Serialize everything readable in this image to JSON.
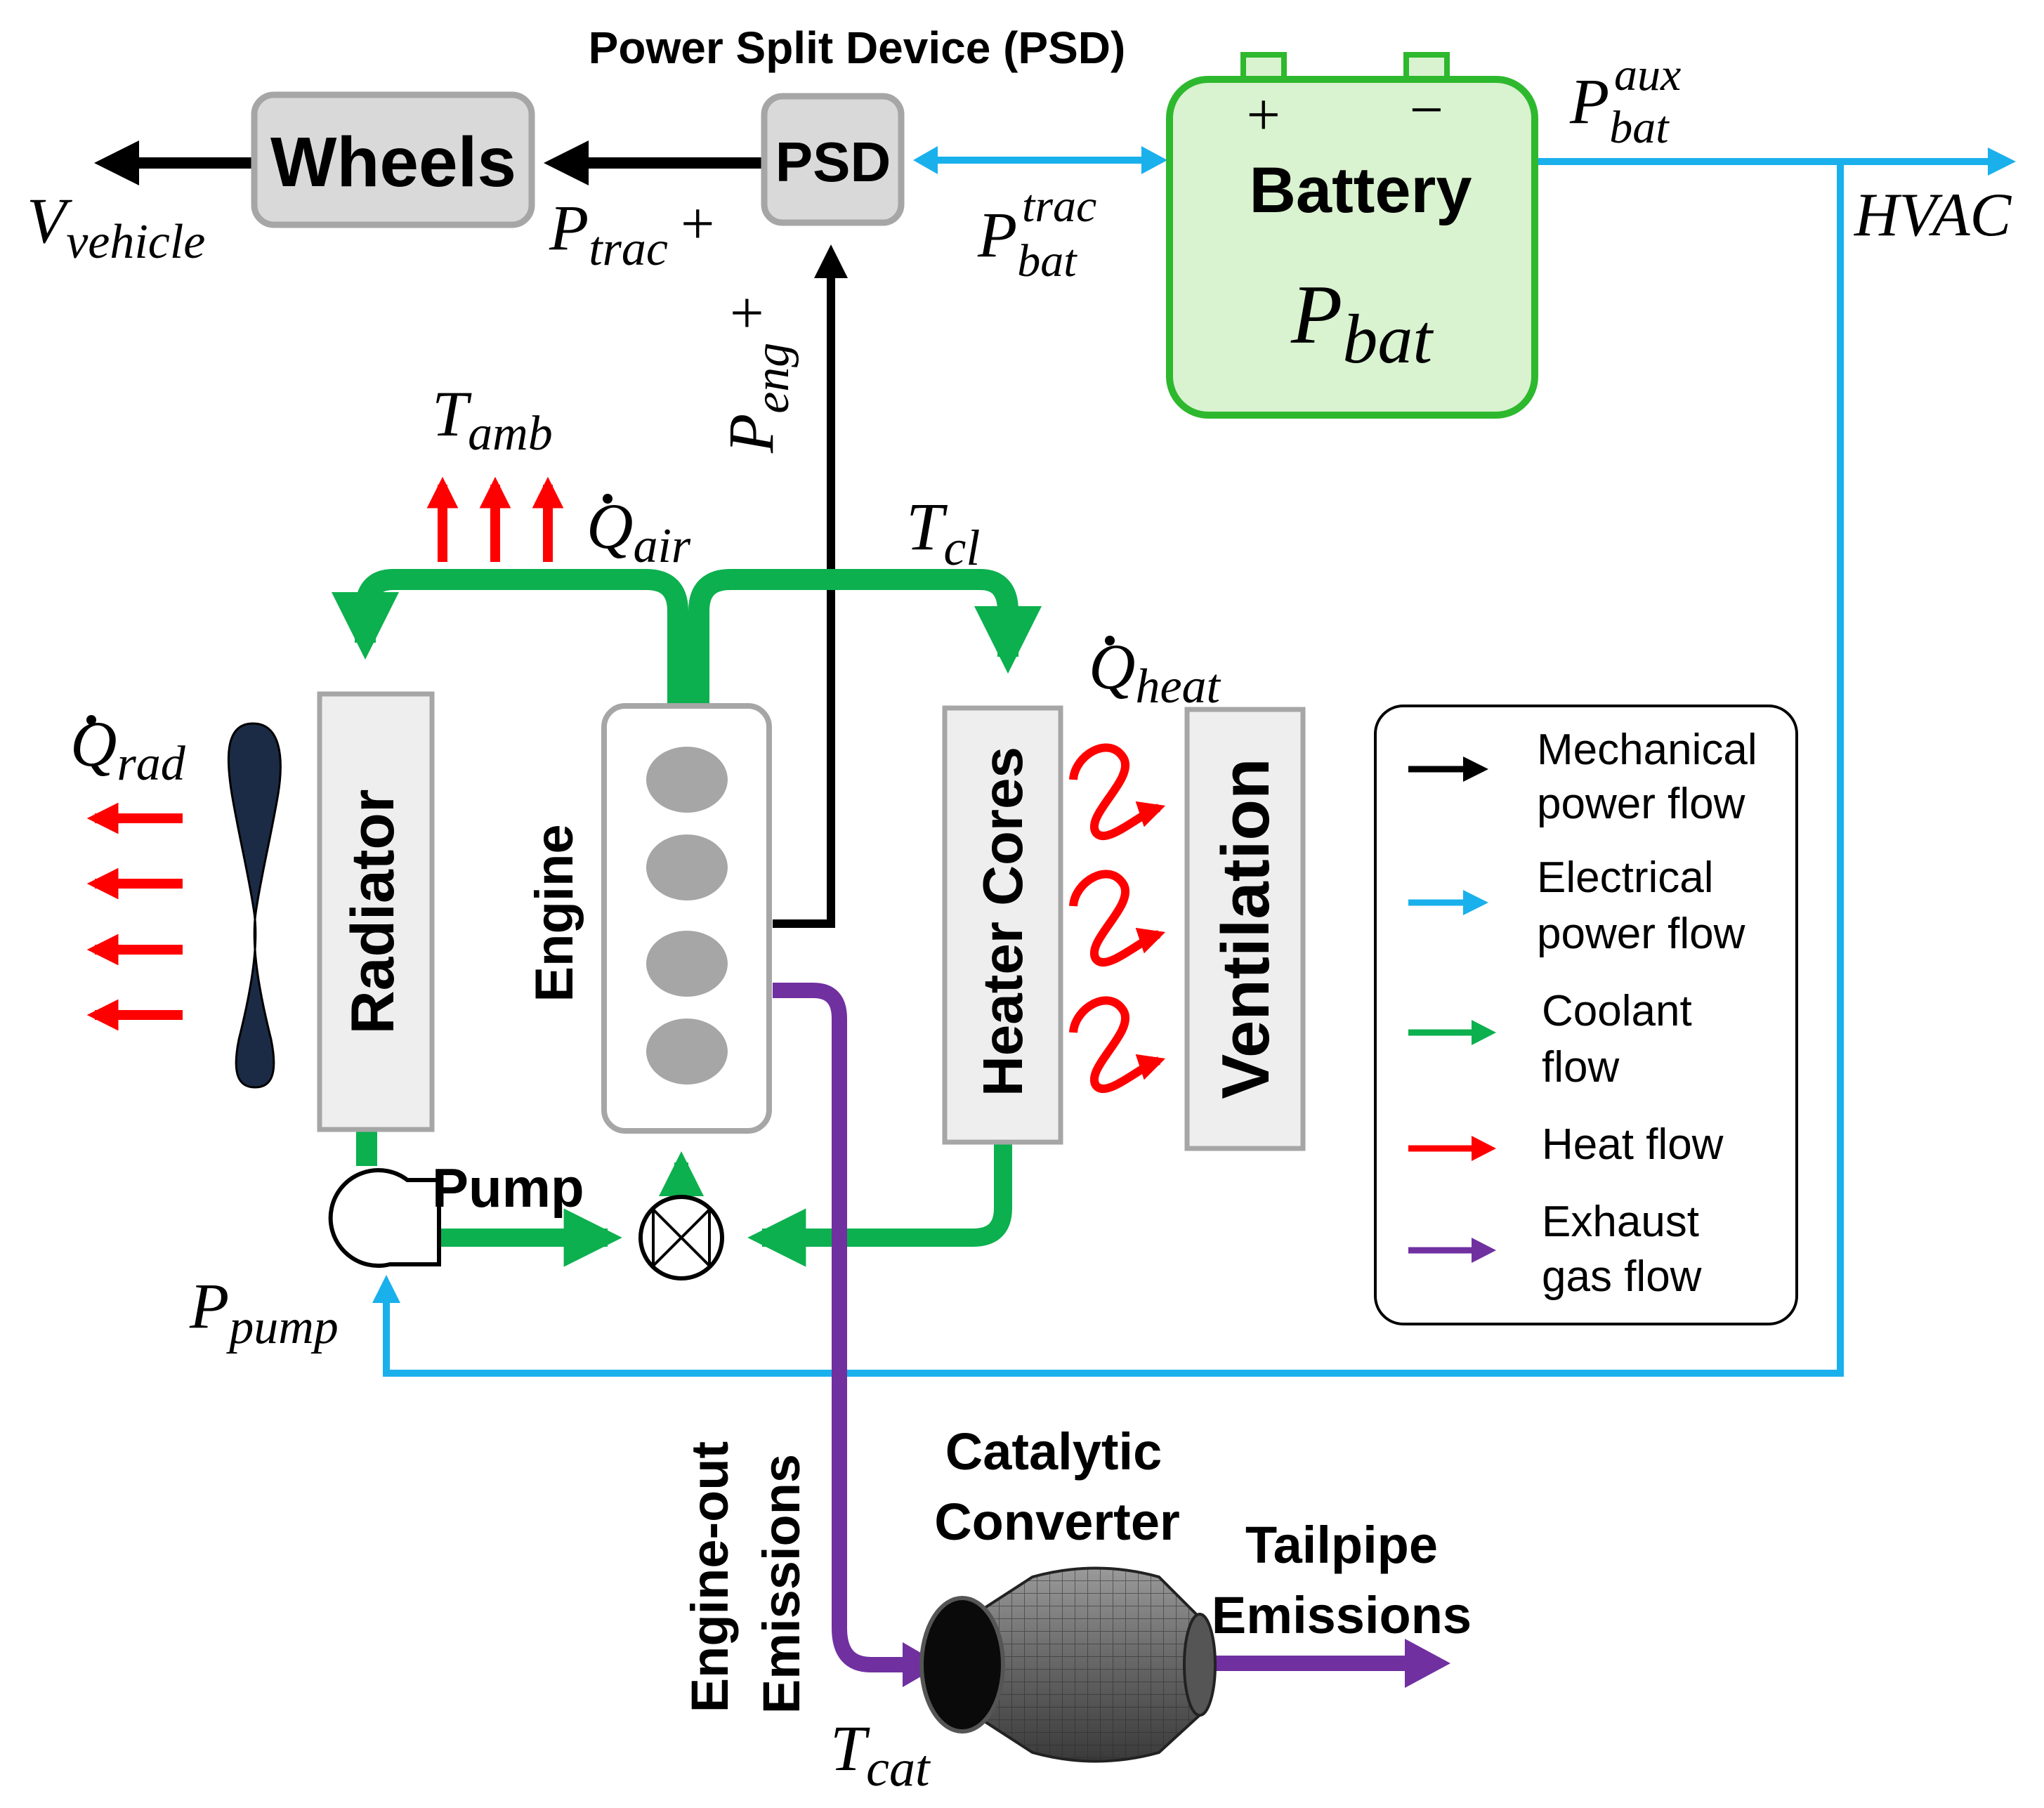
{
  "title": "Power Split Device (PSD)",
  "boxes": {
    "wheels": "Wheels",
    "psd": "PSD",
    "battery": "Battery",
    "radiator": "Radiator",
    "engine": "Engine",
    "heater_cores": "Heater Cores",
    "ventilation": "Ventilation"
  },
  "labels": {
    "pump": "Pump",
    "catalytic_l1": "Catalytic",
    "catalytic_l2": "Converter",
    "tailpipe_l1": "Tailpipe",
    "tailpipe_l2": "Emissions",
    "engine_out_l1": "Engine-out",
    "engine_out_l2": "Emissions",
    "hvac": "HVAC",
    "plus": "+",
    "minus": "−"
  },
  "math": {
    "v_vehicle": {
      "base": "V",
      "sub": "vehicle"
    },
    "p_trac": {
      "base": "P",
      "sub": "trac",
      "suffix": "+"
    },
    "p_eng": {
      "base": "P",
      "sub": "eng",
      "suffix": "+"
    },
    "p_bat_trac": {
      "base": "P",
      "sub": "bat",
      "sup": "trac"
    },
    "p_bat_aux": {
      "base": "P",
      "sub": "bat",
      "sup": "aux"
    },
    "p_bat": {
      "base": "P",
      "sub": "bat"
    },
    "t_amb": {
      "base": "T",
      "sub": "amb"
    },
    "q_air": {
      "base": "Q",
      "sub": "air"
    },
    "t_cl": {
      "base": "T",
      "sub": "cl"
    },
    "q_heat": {
      "base": "Q",
      "sub": "heat"
    },
    "q_rad": {
      "base": "Q",
      "sub": "rad"
    },
    "p_pump": {
      "base": "P",
      "sub": "pump"
    },
    "t_cat": {
      "base": "T",
      "sub": "cat"
    }
  },
  "legend": [
    {
      "line1": "Mechanical",
      "line2": "power flow",
      "color": "#000000"
    },
    {
      "line1": "Electrical",
      "line2": "power flow",
      "color": "#1ab0ec"
    },
    {
      "line1": "Coolant",
      "line2": "flow",
      "color": "#0cb04e"
    },
    {
      "line1": "Heat flow",
      "line2": "",
      "color": "#ff0000"
    },
    {
      "line1": "Exhaust",
      "line2": "gas flow",
      "color": "#7030a0"
    }
  ],
  "colors": {
    "mechanical": "#000000",
    "electrical": "#1ab0ec",
    "coolant": "#0cb04e",
    "heat": "#ff0000",
    "exhaust": "#7030a0",
    "box_fill": "#eeeeee",
    "box_stroke": "#a6a6a6",
    "battery_fill": "#d9f2d0",
    "battery_stroke": "#2eb82e",
    "cylinder": "#a6a6a6",
    "fan": "#1c2b45"
  }
}
